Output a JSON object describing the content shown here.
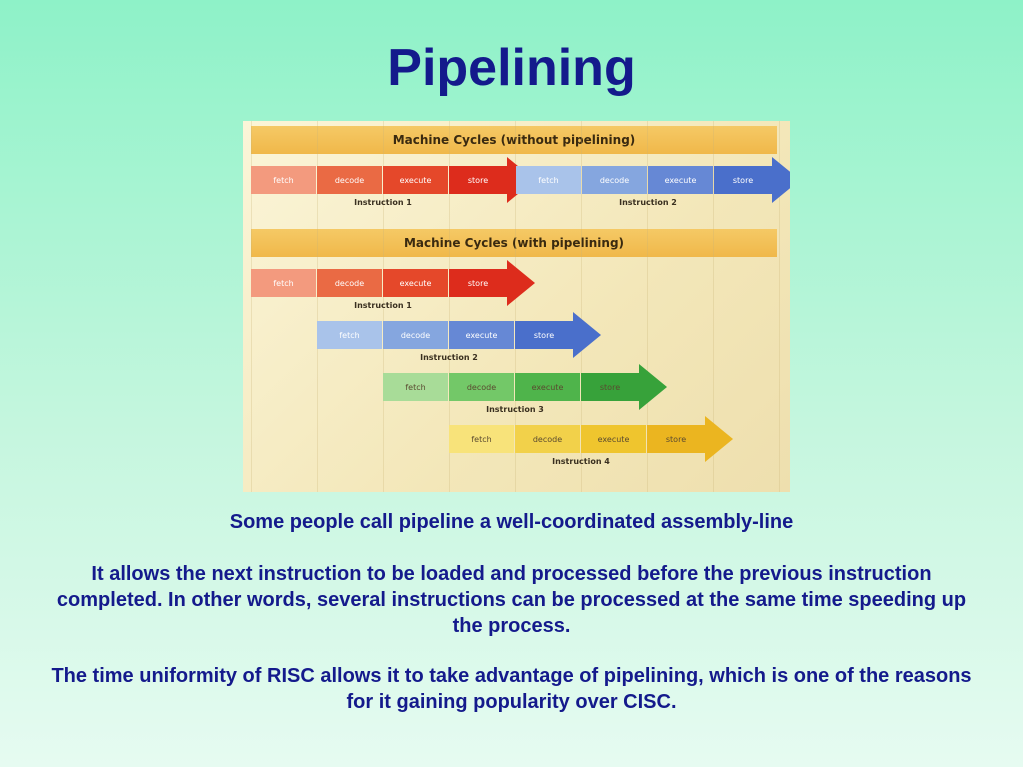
{
  "title": "Pipelining",
  "diagram": {
    "without_header": "Machine Cycles (without pipelining)",
    "with_header": "Machine Cycles (with pipelining)",
    "stages": [
      "fetch",
      "decode",
      "execute",
      "store"
    ],
    "instructions": [
      "Instruction 1",
      "Instruction 2",
      "Instruction 3",
      "Instruction 4"
    ],
    "colors": {
      "red": [
        "#f39a7e",
        "#ea6a44",
        "#e5482a",
        "#dd2c1c"
      ],
      "blue": [
        "#a9c3ea",
        "#85a6df",
        "#6688d5",
        "#4a6fcb"
      ],
      "green": [
        "#a8dc98",
        "#73c868",
        "#4fb44b",
        "#37a23a"
      ],
      "yellow": [
        "#f8e37a",
        "#f2d14a",
        "#efc52e",
        "#ebb520"
      ]
    }
  },
  "text": {
    "p1": "Some people call pipeline a well-coordinated assembly-line",
    "p2": "It allows the next instruction to be loaded and processed before the previous instruction completed. In other words, several instructions can be processed at the same time speeding up the process.",
    "p3": "The time uniformity of RISC allows it to take advantage of pipelining, which is one of the reasons for it gaining popularity over CISC."
  }
}
